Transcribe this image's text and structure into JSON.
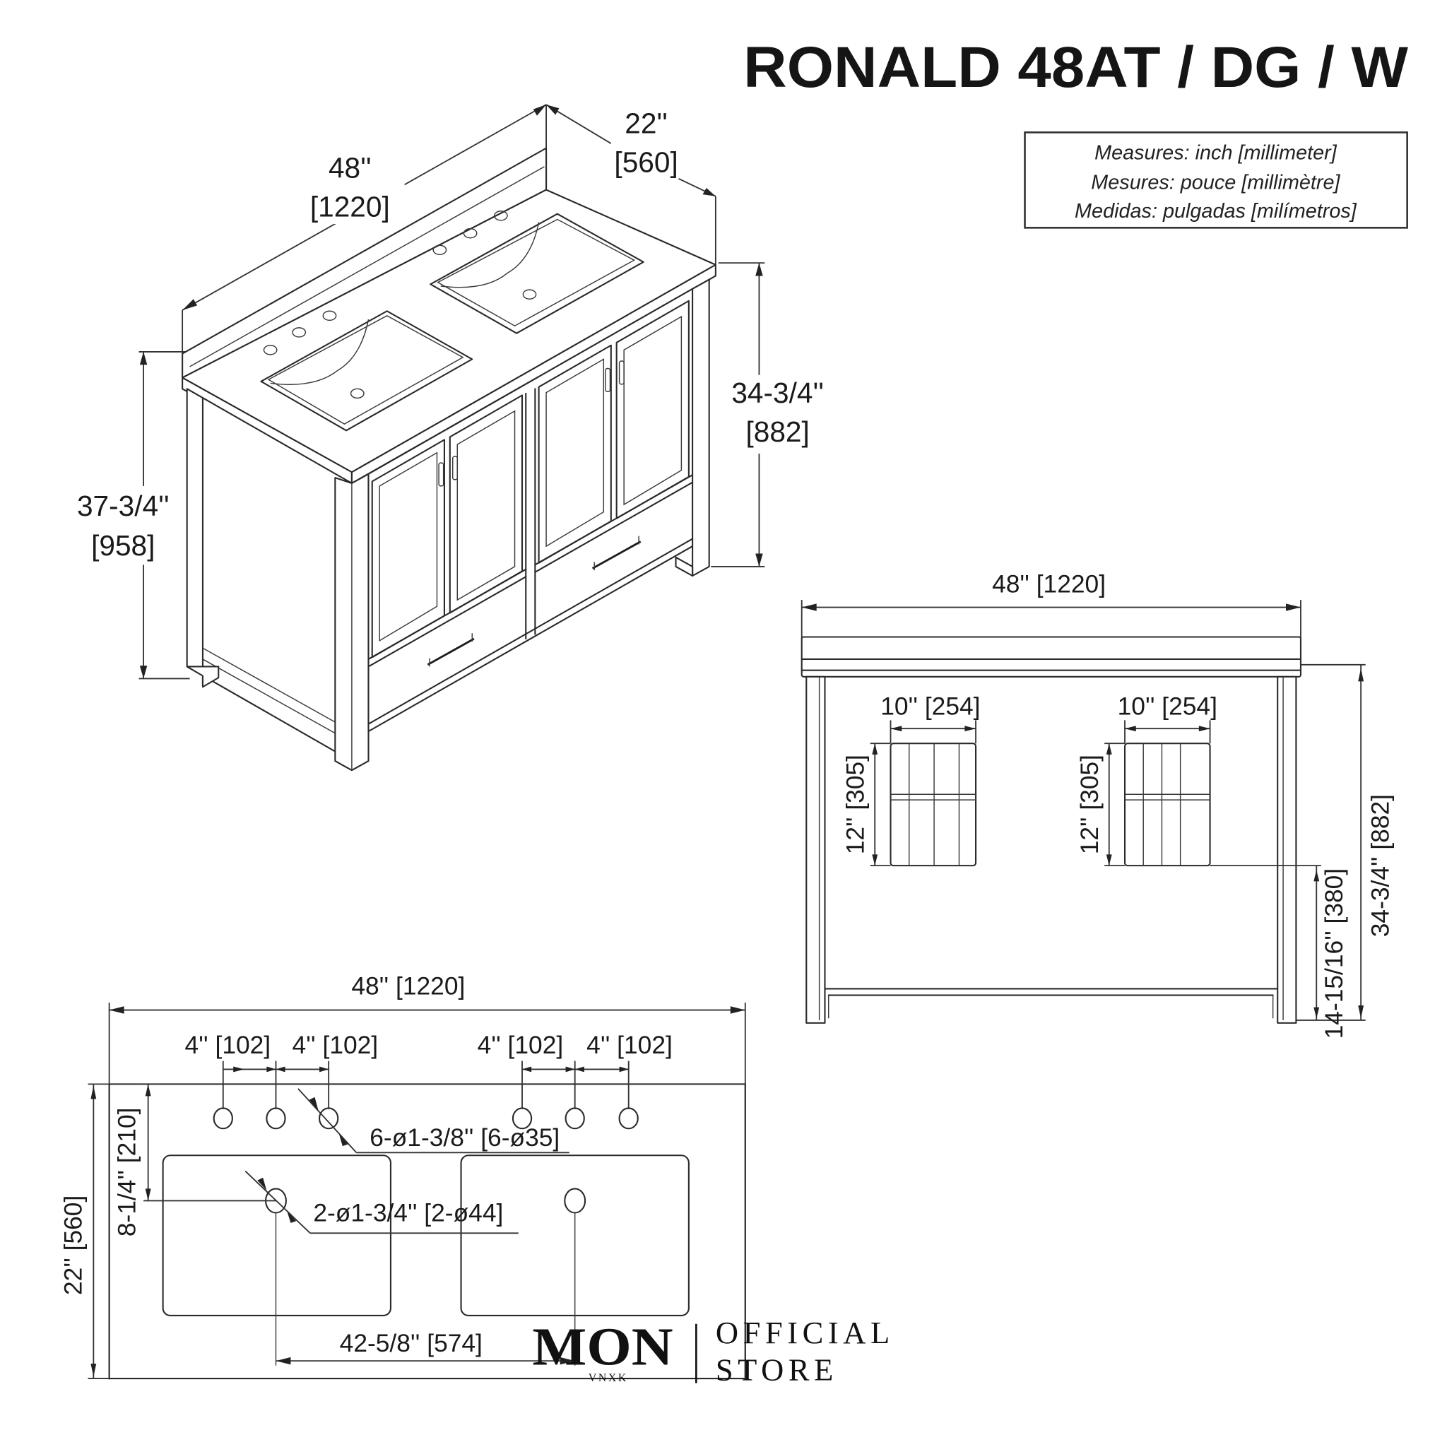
{
  "title": "RONALD 48AT / DG / W",
  "legend": {
    "lines": [
      "Measures: inch [millimeter]",
      "Mesures: pouce [millimètre]",
      "Medidas: pulgadas [milímetros]"
    ]
  },
  "isometric_view": {
    "width_in": "48''",
    "width_mm": "[1220]",
    "depth_in": "22''",
    "depth_mm": "[560]",
    "total_height_in": "37-3/4''",
    "total_height_mm": "[958]",
    "counter_height_in": "34-3/4''",
    "counter_height_mm": "[882]"
  },
  "front_view": {
    "width_label": "48'' [1220]",
    "drawer_left_width": "10'' [254]",
    "drawer_right_width": "10'' [254]",
    "drawer_left_height": "12'' [305]",
    "drawer_right_height": "12'' [305]",
    "drawer_bottom_height": "14-15/16'' [380]",
    "counter_height": "34-3/4'' [882]"
  },
  "top_view": {
    "width_label": "48'' [1220]",
    "faucet_spacing": [
      "4'' [102]",
      "4'' [102]",
      "4'' [102]",
      "4'' [102]"
    ],
    "faucet_holes": "6-ø1-3/8'' [6-ø35]",
    "drain_holes": "2-ø1-3/4'' [2-ø44]",
    "depth_label": "22'' [560]",
    "drain_offset": "8-1/4'' [210]",
    "drain_spacing": "42-5/8'' [574]"
  },
  "watermark": {
    "brand": "MON",
    "sub": "VNXK",
    "line1": "OFFICIAL",
    "line2": "STORE"
  },
  "colors": {
    "background": "#ffffff",
    "line": "#2a2a2a",
    "text": "#1a1a1a"
  }
}
